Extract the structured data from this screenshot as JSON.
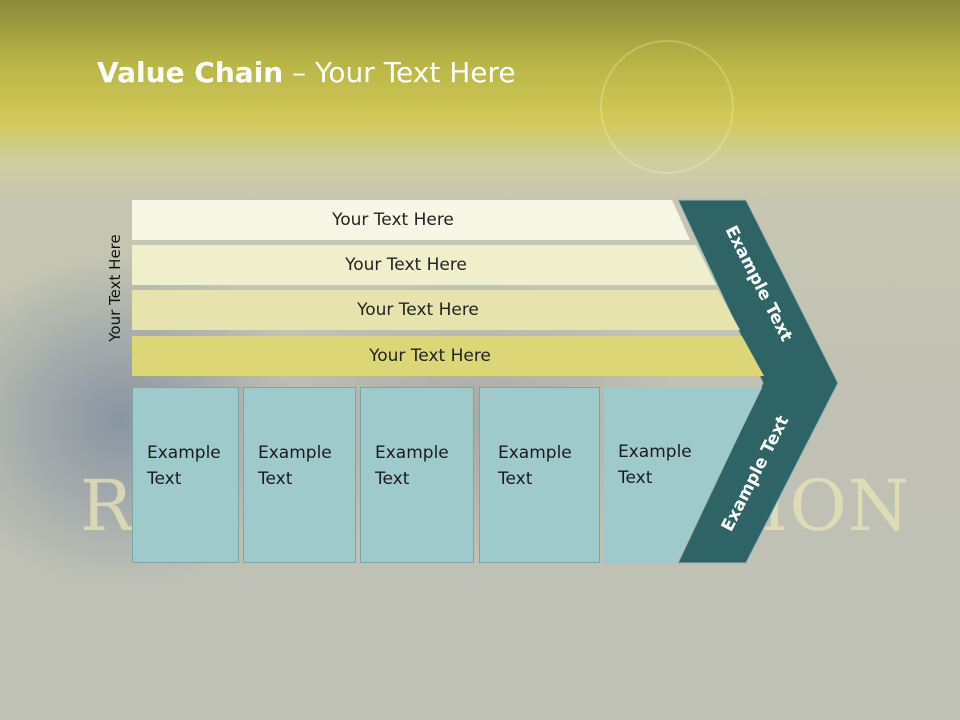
{
  "slide": {
    "title_bold": "Value Chain",
    "title_sep": " – ",
    "title_rest": "Your Text Here",
    "side_label": "Your Text Here",
    "watermark_left": "R",
    "watermark_right": "ION"
  },
  "bands": [
    {
      "label": "Your Text Here",
      "color": "#f7f7e6"
    },
    {
      "label": "Your Text Here",
      "color": "#efefcc"
    },
    {
      "label": "Your Text Here",
      "color": "#e6e4ac"
    },
    {
      "label": "Your Text Here",
      "color": "#dcd677"
    }
  ],
  "boxes": [
    {
      "line1": "Example",
      "line2": "Text"
    },
    {
      "line1": "Example",
      "line2": "Text"
    },
    {
      "line1": "Example",
      "line2": "Text"
    },
    {
      "line1": "Example",
      "line2": "Text"
    },
    {
      "line1": "Example",
      "line2": "Text"
    }
  ],
  "chevron": {
    "upper_label": "Example Text",
    "lower_label": "Example Text",
    "color": "#2f6466"
  },
  "colors": {
    "box_fill": "#9ecacb",
    "title_text": "#ffffff"
  }
}
